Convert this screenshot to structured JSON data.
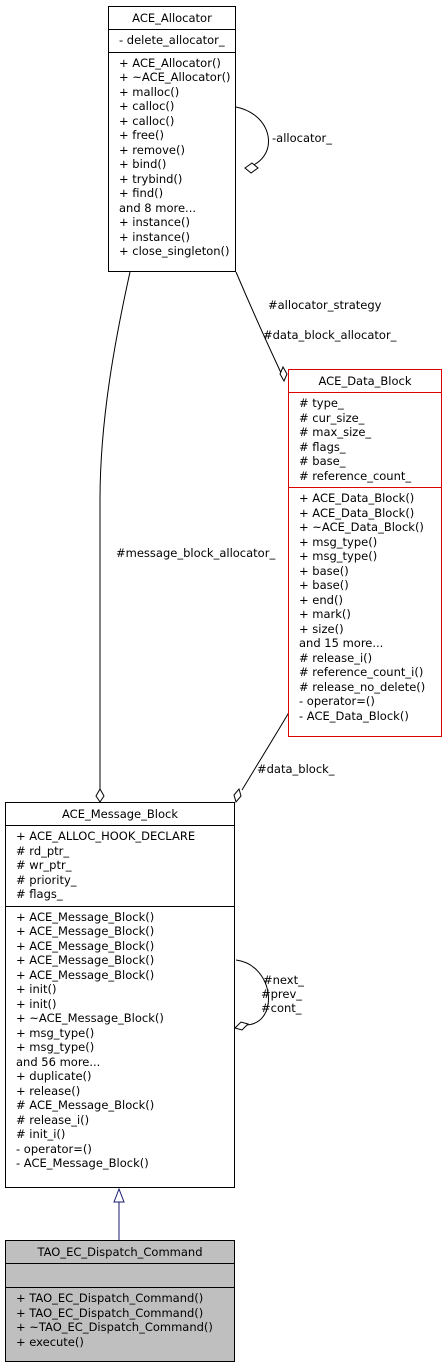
{
  "classes": {
    "allocator": {
      "name": "ACE_Allocator",
      "attributes": [
        "- delete_allocator_"
      ],
      "methods": [
        "+ ACE_Allocator()",
        "+ ~ACE_Allocator()",
        "+ malloc()",
        "+ calloc()",
        "+ calloc()",
        "+ free()",
        "+ remove()",
        "+ bind()",
        "+ trybind()",
        "+ find()",
        "and 8 more...",
        "+ instance()",
        "+ instance()",
        "+ close_singleton()"
      ]
    },
    "data_block": {
      "name": "ACE_Data_Block",
      "attributes": [
        "# type_",
        "# cur_size_",
        "# max_size_",
        "# flags_",
        "# base_",
        "# reference_count_"
      ],
      "methods": [
        "+ ACE_Data_Block()",
        "+ ACE_Data_Block()",
        "+ ~ACE_Data_Block()",
        "+ msg_type()",
        "+ msg_type()",
        "+ base()",
        "+ base()",
        "+ end()",
        "+ mark()",
        "+ size()",
        "and 15 more...",
        "# release_i()",
        "# reference_count_i()",
        "# release_no_delete()",
        "- operator=()",
        "- ACE_Data_Block()"
      ]
    },
    "message_block": {
      "name": "ACE_Message_Block",
      "attributes": [
        "+ ACE_ALLOC_HOOK_DECLARE",
        "# rd_ptr_",
        "# wr_ptr_",
        "# priority_",
        "# flags_"
      ],
      "methods": [
        "+ ACE_Message_Block()",
        "+ ACE_Message_Block()",
        "+ ACE_Message_Block()",
        "+ ACE_Message_Block()",
        "+ ACE_Message_Block()",
        "+ init()",
        "+ init()",
        "+ ~ACE_Message_Block()",
        "+ msg_type()",
        "+ msg_type()",
        "and 56 more...",
        "+ duplicate()",
        "+ release()",
        "# ACE_Message_Block()",
        "# release_i()",
        "# init_i()",
        "- operator=()",
        "- ACE_Message_Block()"
      ]
    },
    "dispatch_command": {
      "name": "TAO_EC_Dispatch_Command",
      "attributes": [],
      "methods": [
        "+ TAO_EC_Dispatch_Command()",
        "+ TAO_EC_Dispatch_Command()",
        "+ ~TAO_EC_Dispatch_Command()",
        "+ execute()"
      ]
    }
  },
  "edge_labels": {
    "allocator_self": "-allocator_",
    "allocator_strategy": "#allocator_strategy",
    "data_block_allocator": "#data_block_allocator_",
    "message_block_allocator": "#message_block_allocator_",
    "data_block": "#data_block_",
    "self_next": "#next_",
    "self_prev": "#prev_",
    "self_cont": "#cont_"
  },
  "colors": {
    "border": "#000000",
    "highlight_border": "#e00000",
    "inheritance_arrow": "#191970",
    "focus_fill": "#bfbfbf"
  }
}
